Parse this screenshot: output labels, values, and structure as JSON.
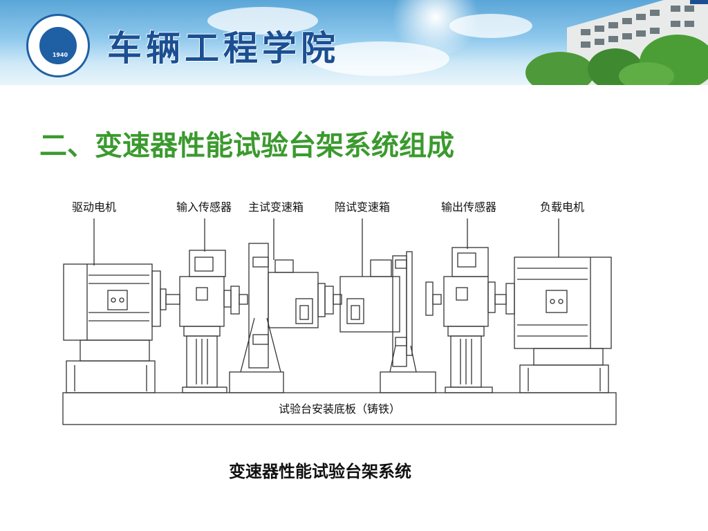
{
  "header": {
    "school_name": "车辆工程学院",
    "logo_year": "1940"
  },
  "slide": {
    "title": "二、变速器性能试验台架系统组成",
    "caption": "变速器性能试验台架系统"
  },
  "diagram": {
    "labels": [
      "驱动电机",
      "输入传感器",
      "主试变速箱",
      "陪试变速箱",
      "输出传感器",
      "负载电机"
    ],
    "base_label": "试验台安装底板（铸铁）"
  }
}
